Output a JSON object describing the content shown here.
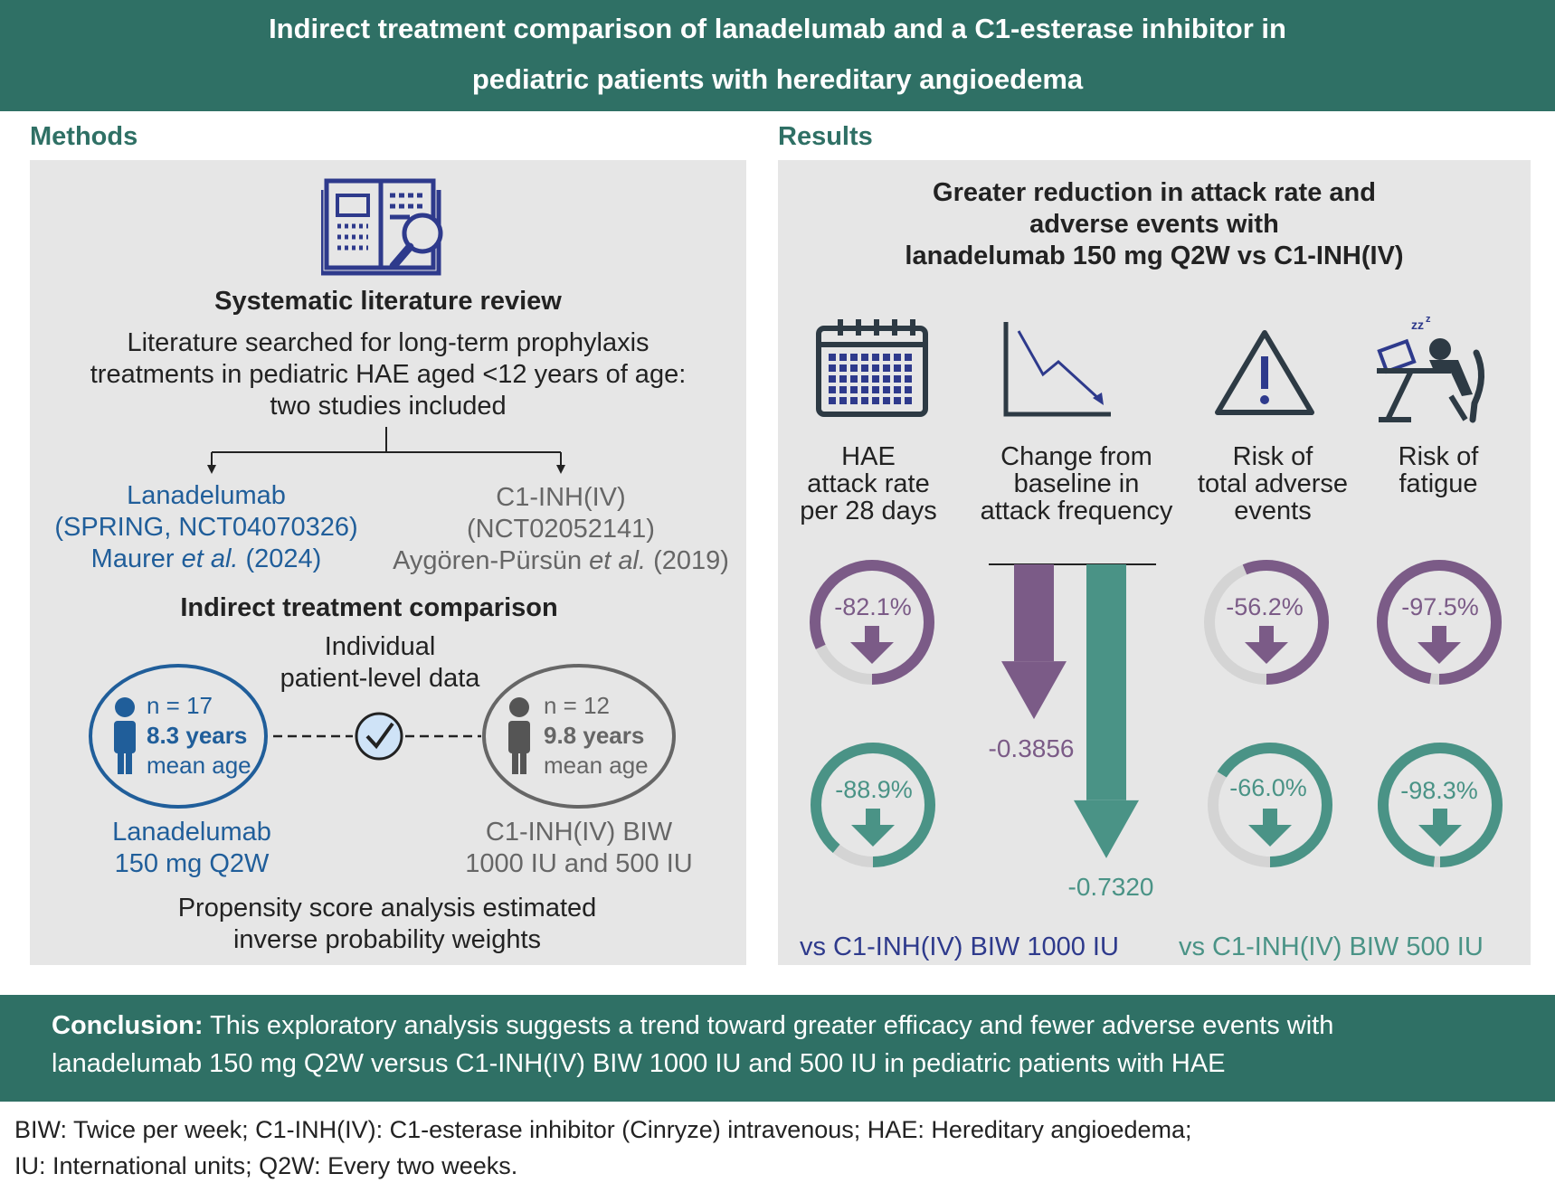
{
  "header": {
    "title_line1": "Indirect treatment comparison of lanadelumab and a C1-esterase inhibitor in",
    "title_line2": "pediatric patients with hereditary angioedema"
  },
  "methods": {
    "heading": "Methods",
    "review_title": "Systematic literature review",
    "review_text": [
      "Literature searched for long-term prophylaxis",
      "treatments in pediatric HAE aged <12 years of age:",
      "two studies included"
    ],
    "study_left": {
      "name": "Lanadelumab",
      "trial": "(SPRING, NCT04070326)",
      "citation_author": "Maurer",
      "citation_etal": "et al.",
      "citation_year": "(2024)"
    },
    "study_right": {
      "name": "C1-INH(IV)",
      "trial": "(NCT02052141)",
      "citation_author": "Aygören-Pürsün",
      "citation_etal": "et al.",
      "citation_year": "(2019)"
    },
    "itc_title": "Indirect treatment comparison",
    "ipd_label": [
      "Individual",
      "patient-level data"
    ],
    "left_group": {
      "n": "n = 17",
      "age": "8.3 years",
      "age_label": "mean age",
      "treatment": [
        "Lanadelumab",
        "150 mg Q2W"
      ]
    },
    "right_group": {
      "n": "n = 12",
      "age": "9.8 years",
      "age_label": "mean age",
      "treatment": [
        "C1-INH(IV) BIW",
        "1000 IU and 500 IU"
      ]
    },
    "propensity": [
      "Propensity score analysis estimated",
      "inverse probability weights"
    ]
  },
  "results": {
    "heading": "Results",
    "subtitle": [
      "Greater reduction in attack rate and",
      "adverse events with",
      "lanadelumab 150 mg Q2W vs C1-INH(IV)"
    ],
    "outcomes": [
      {
        "label": [
          "HAE",
          "attack rate",
          "per 28 days"
        ],
        "icon": "calendar-icon"
      },
      {
        "label": [
          "Change from",
          "baseline in",
          "attack frequency"
        ],
        "icon": "trend-down-icon"
      },
      {
        "label": [
          "Risk of",
          "total adverse",
          "events"
        ],
        "icon": "warning-icon"
      },
      {
        "label": [
          "Risk of",
          "fatigue"
        ],
        "icon": "fatigue-icon"
      }
    ],
    "rings_1000": [
      {
        "value": "-82.1%",
        "fraction": 0.821
      },
      {
        "value": "-56.2%",
        "fraction": 0.562
      },
      {
        "value": "-97.5%",
        "fraction": 0.975
      }
    ],
    "rings_500": [
      {
        "value": "-88.9%",
        "fraction": 0.889
      },
      {
        "value": "-66.0%",
        "fraction": 0.66
      },
      {
        "value": "-98.3%",
        "fraction": 0.983
      }
    ],
    "change_1000": {
      "value": "-0.3856",
      "number": -0.3856
    },
    "change_500": {
      "value": "-0.7320",
      "number": -0.732
    },
    "comparator_1000": "vs C1-INH(IV) BIW 1000 IU",
    "comparator_500": "vs C1-INH(IV) BIW 500 IU",
    "colors": {
      "purple": "#7b5b87",
      "teal": "#4a9386",
      "ring_track": "#d4d4d4"
    }
  },
  "conclusion": {
    "label": "Conclusion:",
    "line1": "This exploratory analysis suggests a trend toward greater efficacy and fewer adverse events with",
    "line2": "lanadelumab 150 mg Q2W versus C1-INH(IV) BIW 1000 IU and 500 IU in pediatric patients with HAE"
  },
  "footnote": [
    "BIW: Twice per week; C1-INH(IV): C1-esterase inhibitor (Cinryze) intravenous; HAE: Hereditary angioedema;",
    "IU: International units; Q2W: Every two weeks."
  ]
}
